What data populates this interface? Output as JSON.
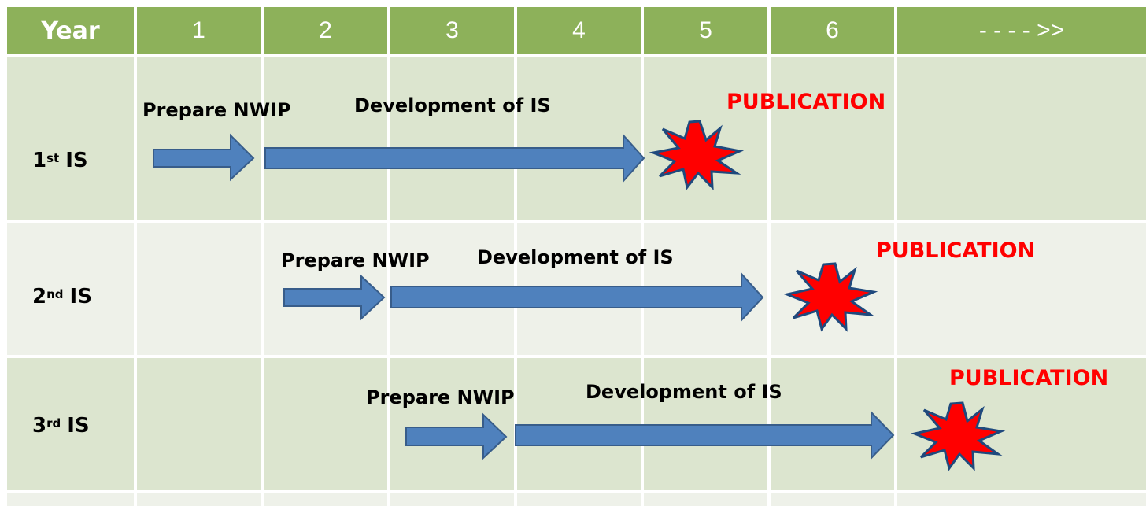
{
  "header": {
    "year_label": "Year",
    "years": [
      "1",
      "2",
      "3",
      "4",
      "5",
      "6",
      "- - - - >>"
    ]
  },
  "rows": [
    {
      "num": "1",
      "suffix": "st",
      "is_label": "IS",
      "prepare": "Prepare NWIP",
      "develop": "Development of IS",
      "publication": "PUBLICATION"
    },
    {
      "num": "2",
      "suffix": "nd",
      "is_label": "IS",
      "prepare": "Prepare NWIP",
      "develop": "Development of IS",
      "publication": "PUBLICATION"
    },
    {
      "num": "3",
      "suffix": "rd",
      "is_label": "IS",
      "prepare": "Prepare NWIP",
      "develop": "Development of IS",
      "publication": "PUBLICATION"
    }
  ],
  "colors": {
    "header_bg": "#8db15a",
    "row_dark": "#dce5cf",
    "row_light": "#eef1e9",
    "arrow_fill": "#4f81bd",
    "arrow_stroke": "#385d8a",
    "burst_fill": "#ff0000",
    "burst_stroke": "#1f497d",
    "publication_text": "#ff0000"
  },
  "icons": [
    "arrow-right-icon",
    "starburst-icon"
  ]
}
